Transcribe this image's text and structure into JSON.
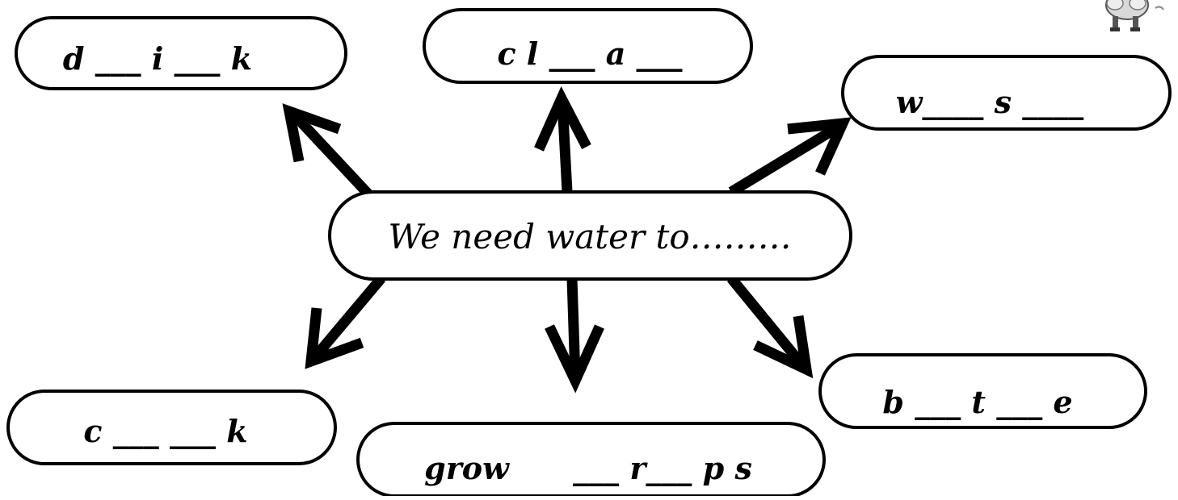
{
  "diagram": {
    "center": {
      "text": "We need water to………"
    },
    "nodes": [
      {
        "id": "drink",
        "text": "d ___ i ___ k"
      },
      {
        "id": "clean",
        "text": "c l ___ a ___"
      },
      {
        "id": "wash",
        "text": "w____ s ____"
      },
      {
        "id": "cook",
        "text": "c ___ ___ k"
      },
      {
        "id": "grow-crops",
        "text": "grow      ___ r___ p s"
      },
      {
        "id": "bathe",
        "text": "b ___ t ___ e"
      }
    ],
    "mascot": {
      "icon": "sheep-mascot-icon"
    }
  }
}
